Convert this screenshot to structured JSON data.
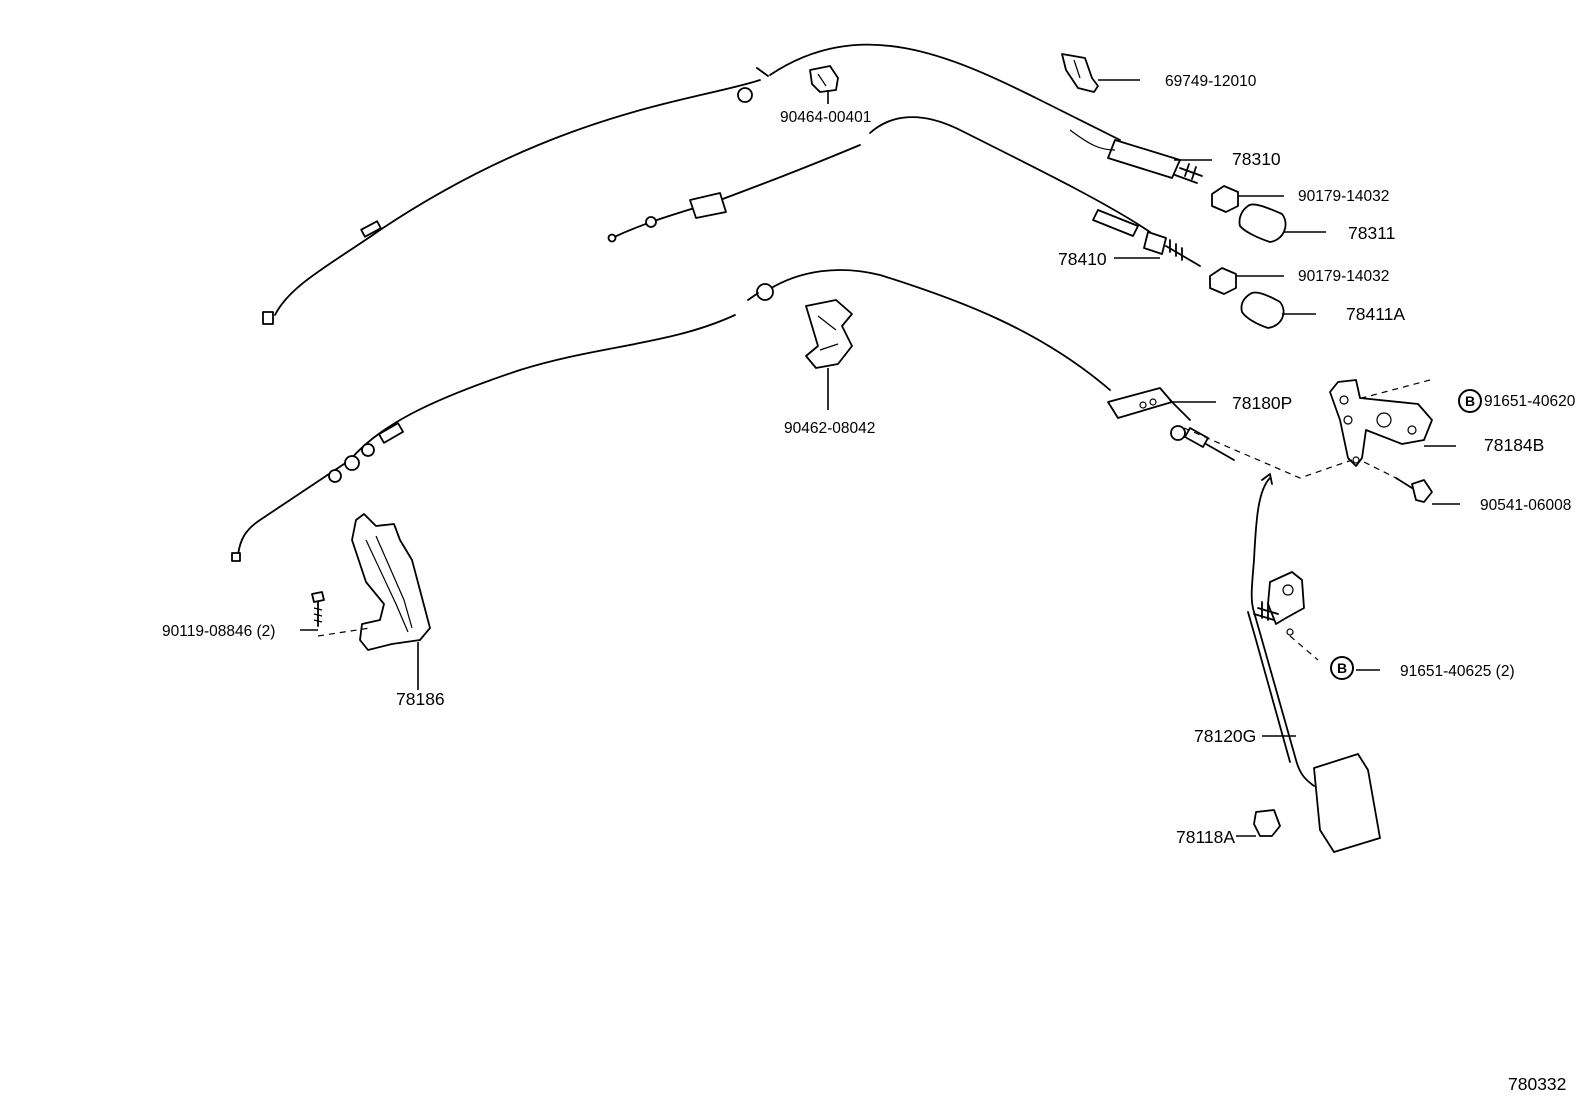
{
  "diagram_id": "780332",
  "labels": {
    "p69749_12010": "69749-12010",
    "p90464_00401": "90464-00401",
    "p78310": "78310",
    "p90179_14032_a": "90179-14032",
    "p78311": "78311",
    "p78410": "78410",
    "p90179_14032_b": "90179-14032",
    "p78411A": "78411A",
    "p78180P": "78180P",
    "p90462_08042": "90462-08042",
    "p91651_40620": "91651-40620",
    "p78184B": "78184B",
    "p90541_06008": "90541-06008",
    "p90119_08846": "90119-08846 (2)",
    "p78186": "78186",
    "p91651_40625": "91651-40625 (2)",
    "p78120G": "78120G",
    "p78118A": "78118A"
  },
  "marks": {
    "b_upper": "B",
    "b_lower": "B"
  }
}
